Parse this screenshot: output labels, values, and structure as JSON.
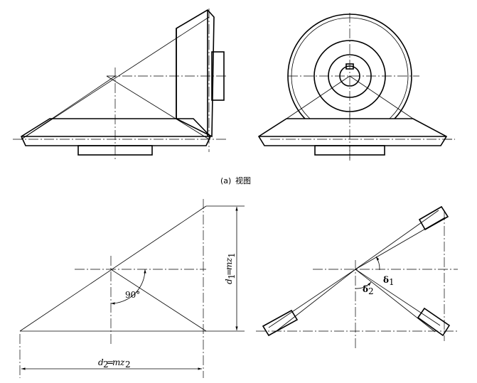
{
  "caption": {
    "prefix": "(a)",
    "text": "视图"
  },
  "labels": {
    "d1": {
      "main": "d",
      "sub": "1",
      "eq": "=",
      "m": "m",
      "z": "z",
      "zsub": "1"
    },
    "d2": {
      "main": "d",
      "sub": "2",
      "eq": "=",
      "m": "m",
      "z": "z",
      "zsub": "2"
    },
    "angle_90": "90°",
    "delta1": {
      "main": "δ",
      "sub": "1"
    },
    "delta2": {
      "main": "δ",
      "sub": "2"
    }
  }
}
